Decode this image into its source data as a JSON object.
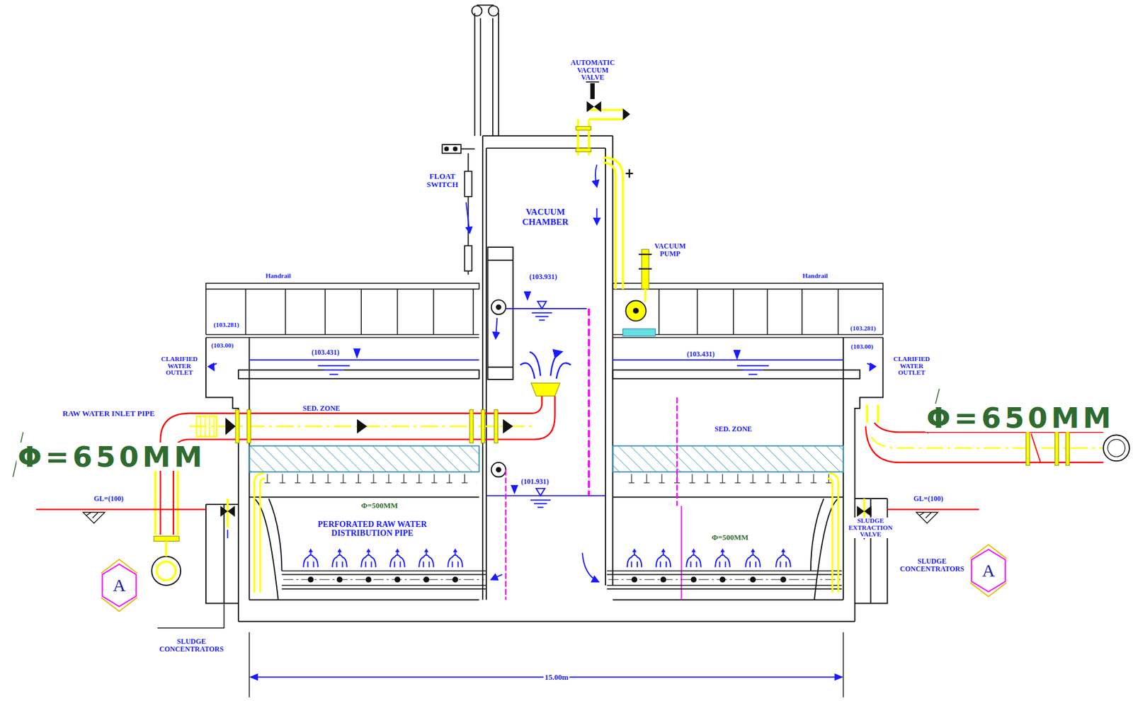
{
  "diagram": {
    "nodes": [
      {
        "text": [
          "VACUUM CHAMBER"
        ]
      },
      {
        "text": [
          "A"
        ]
      },
      {
        "text": [
          "A"
        ]
      }
    ],
    "labels": [
      "AUTOMATIC VACUUM VALVE",
      "FLOAT SWITCH",
      "VACUUM PUMP",
      "Handrail",
      "(103.931)",
      "Handrail",
      "(103.281)",
      "(103.00)",
      "(103.281)",
      "(103.00)",
      "(103.431)",
      "(103.431)",
      "CLARIFIED WATER OUTLET",
      "CLARIFIED WATER OUTLET",
      "RAW WATER INLET PIPE",
      "SED. ZONE",
      "Φ=650MM",
      "SED. ZONE",
      "Φ=650MM",
      "(101.931)",
      "GL=(100)",
      "GL=(100)",
      "Φ=500MM",
      "PERFORATED RAW WATER DISTRIBUTION PIPE",
      "SLUDGE EXTRACTION VALVE",
      "Φ=500MM",
      "SLUDGE CONCENTRATORS",
      "SLUDGE CONCENTRATORS",
      "15.00m"
    ]
  }
}
